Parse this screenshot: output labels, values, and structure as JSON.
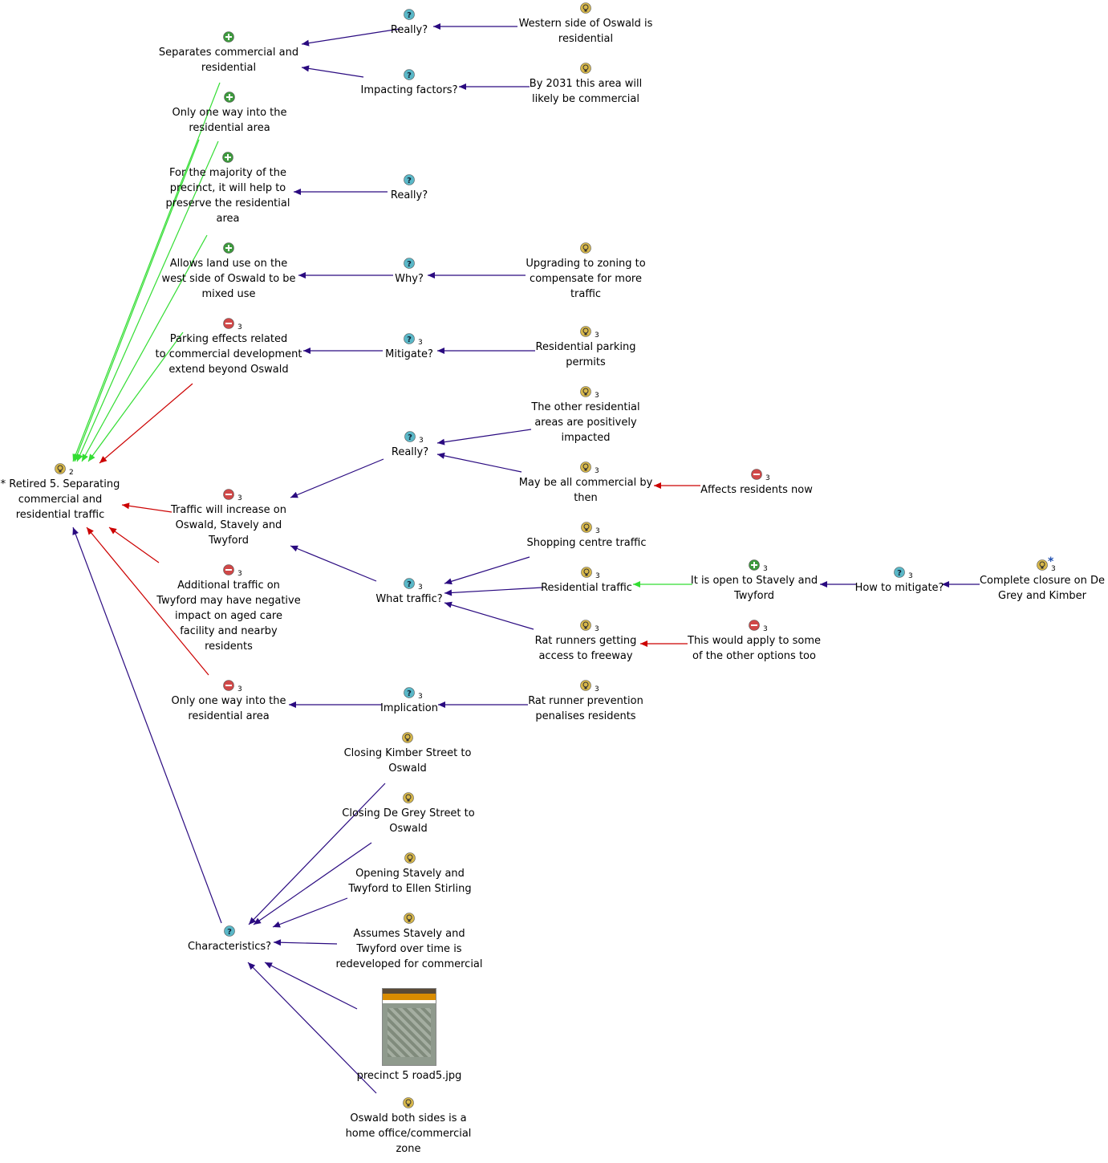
{
  "nodes": [
    {
      "id": "root",
      "label": "* Retired 5. Separating\ncommercial and\nresidential traffic",
      "icon": "idea",
      "badge": "2"
    },
    {
      "id": "pro1",
      "label": "Separates commercial and\nresidential",
      "icon": "pro"
    },
    {
      "id": "q_really1",
      "label": "Really?",
      "icon": "question"
    },
    {
      "id": "i_western",
      "label": "Western side of Oswald is\nresidential",
      "icon": "idea"
    },
    {
      "id": "q_impact",
      "label": "Impacting factors?",
      "icon": "question"
    },
    {
      "id": "i_2031",
      "label": "By 2031 this area will\nlikely be commercial",
      "icon": "idea"
    },
    {
      "id": "pro2",
      "label": "Only one way into the\nresidential area",
      "icon": "pro"
    },
    {
      "id": "pro3",
      "label": "For the majority of the\nprecinct, it will help to\npreserve the residential\narea",
      "icon": "pro"
    },
    {
      "id": "q_really2",
      "label": "Really?",
      "icon": "question"
    },
    {
      "id": "pro4",
      "label": "Allows land use on the\nwest side of Oswald to be\nmixed use",
      "icon": "pro"
    },
    {
      "id": "q_why",
      "label": "Why?",
      "icon": "question"
    },
    {
      "id": "i_upgrade",
      "label": "Upgrading to zoning to\ncompensate for more\ntraffic",
      "icon": "idea"
    },
    {
      "id": "con1",
      "label": "Parking effects related\nto commercial development\nextend beyond Oswald",
      "icon": "con",
      "badge": "3"
    },
    {
      "id": "q_mitigate",
      "label": "Mitigate?",
      "icon": "question",
      "badge": "3"
    },
    {
      "id": "i_permits",
      "label": "Residential parking\npermits",
      "icon": "idea",
      "badge": "3"
    },
    {
      "id": "i_other",
      "label": "The other residential\nareas are positively\nimpacted",
      "icon": "idea",
      "badge": "3"
    },
    {
      "id": "q_really3",
      "label": "Really?",
      "icon": "question",
      "badge": "3"
    },
    {
      "id": "i_maybe",
      "label": "May be all commercial by\nthen",
      "icon": "idea",
      "badge": "3"
    },
    {
      "id": "con_affects",
      "label": "Affects residents now",
      "icon": "con",
      "badge": "3"
    },
    {
      "id": "con2",
      "label": "Traffic will increase on\nOswald, Stavely and\nTwyford",
      "icon": "con",
      "badge": "3"
    },
    {
      "id": "i_shopping",
      "label": "Shopping centre traffic",
      "icon": "idea",
      "badge": "3"
    },
    {
      "id": "q_whattraffic",
      "label": "What traffic?",
      "icon": "question",
      "badge": "3"
    },
    {
      "id": "i_restraffic",
      "label": "Residential traffic",
      "icon": "idea",
      "badge": "3"
    },
    {
      "id": "pro_open",
      "label": "It is open to Stavely and\nTwyford",
      "icon": "pro",
      "badge": "3"
    },
    {
      "id": "q_howmit",
      "label": "How to mitigate?",
      "icon": "question",
      "badge": "3"
    },
    {
      "id": "i_closure",
      "label": "Complete closure on De\nGrey and Kimber",
      "icon": "idea",
      "badge": "3",
      "star": "*"
    },
    {
      "id": "i_rat",
      "label": "Rat runners getting\naccess to freeway",
      "icon": "idea",
      "badge": "3"
    },
    {
      "id": "con_apply",
      "label": "This would apply to some\nof the other options too",
      "icon": "con",
      "badge": "3"
    },
    {
      "id": "con3",
      "label": "Additional traffic on\nTwyford may have negative\nimpact on aged care\nfacility and nearby\nresidents",
      "icon": "con",
      "badge": "3"
    },
    {
      "id": "con4",
      "label": "Only one way into the\nresidential area",
      "icon": "con",
      "badge": "3"
    },
    {
      "id": "q_impl",
      "label": "Implication",
      "icon": "question",
      "badge": "3"
    },
    {
      "id": "i_ratprev",
      "label": "Rat runner prevention\npenalises residents",
      "icon": "idea",
      "badge": "3"
    },
    {
      "id": "i_kimber",
      "label": "Closing Kimber Street to\nOswald",
      "icon": "idea"
    },
    {
      "id": "i_degrey",
      "label": "Closing De Grey Street to\nOswald",
      "icon": "idea"
    },
    {
      "id": "i_stavely",
      "label": "Opening Stavely and\nTwyford to Ellen Stirling",
      "icon": "idea"
    },
    {
      "id": "i_assumes",
      "label": "Assumes Stavely and\nTwyford over time is\nredeveloped for commercial",
      "icon": "idea"
    },
    {
      "id": "img_precinct",
      "label": "precinct 5 road5.jpg",
      "icon": "image"
    },
    {
      "id": "i_both",
      "label": "Oswald both sides is a\nhome office/commercial\nzone",
      "icon": "idea"
    },
    {
      "id": "q_char",
      "label": "Characteristics?",
      "icon": "question"
    }
  ],
  "colors": {
    "link_default": "#2a0a80",
    "link_pro": "#33dd33",
    "link_con": "#cc0000",
    "icon_idea": "#d8b84a",
    "icon_question": "#5ab8c8",
    "icon_pro": "#3d9a3d",
    "icon_con": "#d04848"
  }
}
